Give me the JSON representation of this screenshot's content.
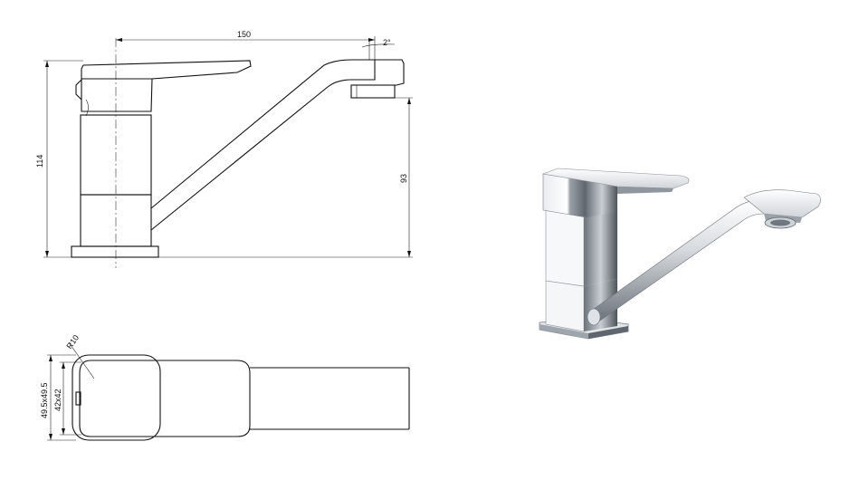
{
  "drawing": {
    "dimensions": {
      "overall_length": "150",
      "spout_angle": "2°",
      "overall_height": "114",
      "spout_height": "93",
      "corner_radius": "R10",
      "base_size": "49.5x49.5",
      "body_size": "42x42"
    }
  },
  "colors": {
    "line": "#111111",
    "chrome_light": "#f2f4f6",
    "chrome_mid": "#b9bfc6",
    "chrome_dark": "#5d646c"
  }
}
